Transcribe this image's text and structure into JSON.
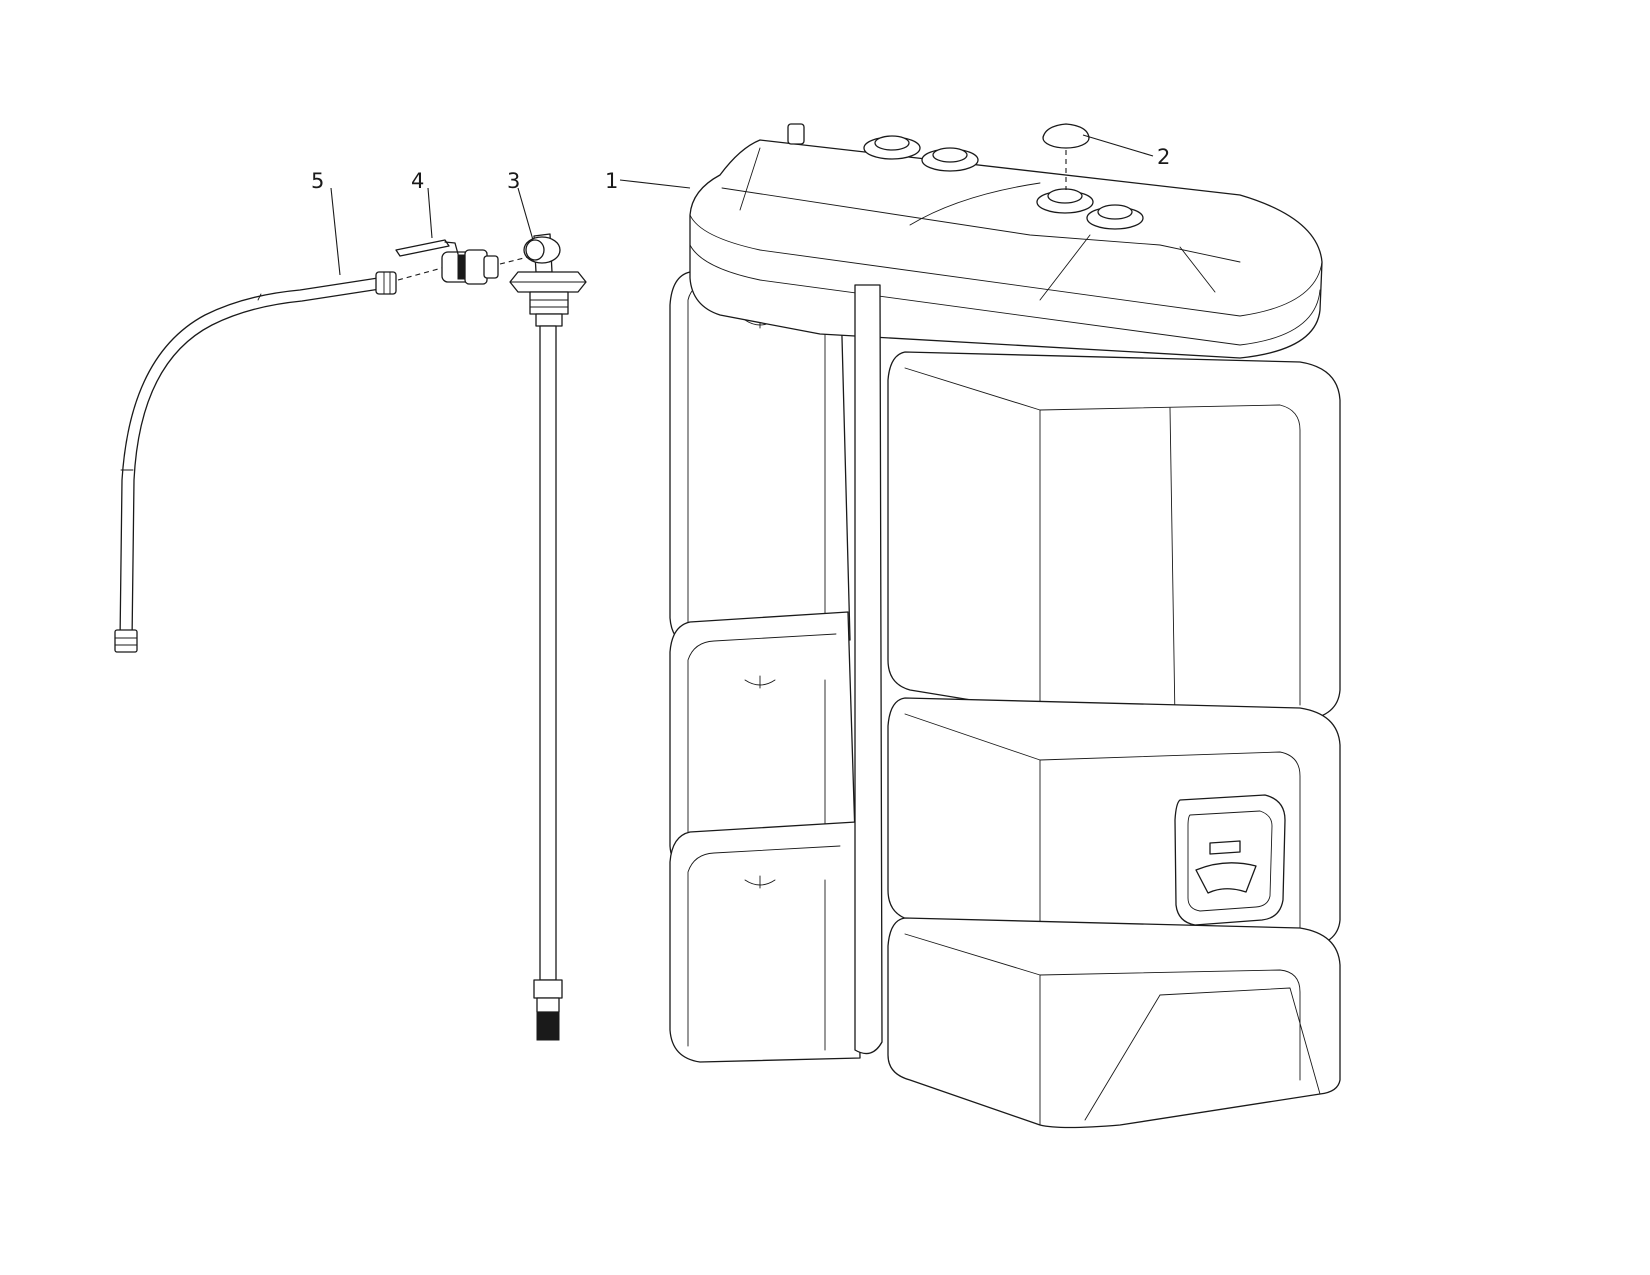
{
  "callouts": [
    {
      "id": "1",
      "label": "1",
      "part": "tank"
    },
    {
      "id": "2",
      "label": "2",
      "part": "cap"
    },
    {
      "id": "3",
      "label": "3",
      "part": "suction-pipe"
    },
    {
      "id": "4",
      "label": "4",
      "part": "valve"
    },
    {
      "id": "5",
      "label": "5",
      "part": "hose"
    }
  ],
  "colors": {
    "line": "#1a1a1a",
    "background": "#ffffff"
  }
}
